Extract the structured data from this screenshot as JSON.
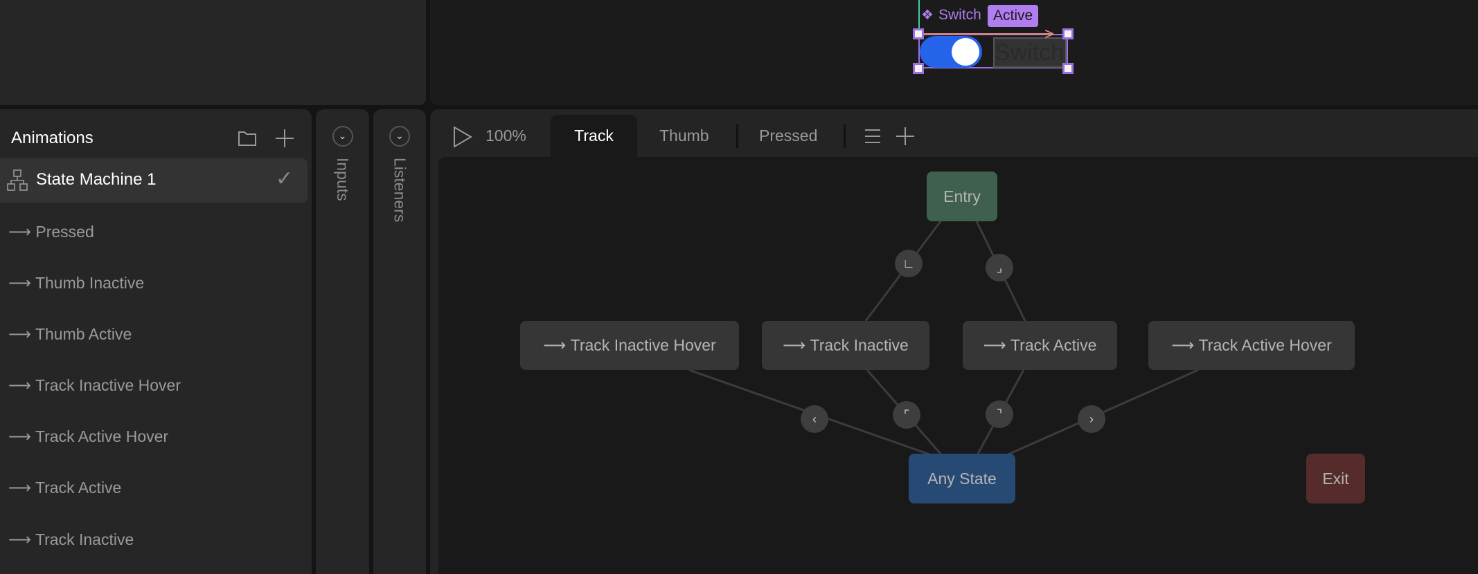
{
  "stage": {
    "component_name": "Switch",
    "state_badge": "Active",
    "toggle_text": "Switch",
    "colors": {
      "toggle": "#2563e8",
      "selection": "#9a6fe0",
      "badge": "#b07ef0"
    }
  },
  "animations": {
    "title": "Animations",
    "state_machine": "State Machine 1",
    "items": [
      "Pressed",
      "Thumb Inactive",
      "Thumb Active",
      "Track Inactive Hover",
      "Track Active Hover",
      "Track Active",
      "Track Inactive"
    ]
  },
  "side_columns": {
    "inputs": "Inputs",
    "listeners": "Listeners"
  },
  "toolbar": {
    "zoom": "100%",
    "tabs": [
      {
        "label": "Track",
        "active": true
      },
      {
        "label": "Thumb",
        "active": false
      },
      {
        "label": "Pressed",
        "active": false
      }
    ]
  },
  "graph": {
    "entry": "Entry",
    "any_state": "Any State",
    "exit": "Exit",
    "states": [
      "Track Inactive Hover",
      "Track Inactive",
      "Track Active",
      "Track Active Hover"
    ],
    "colors": {
      "entry": "#3f5f4f",
      "any_state": "#274a74",
      "exit": "#552b2b"
    }
  }
}
